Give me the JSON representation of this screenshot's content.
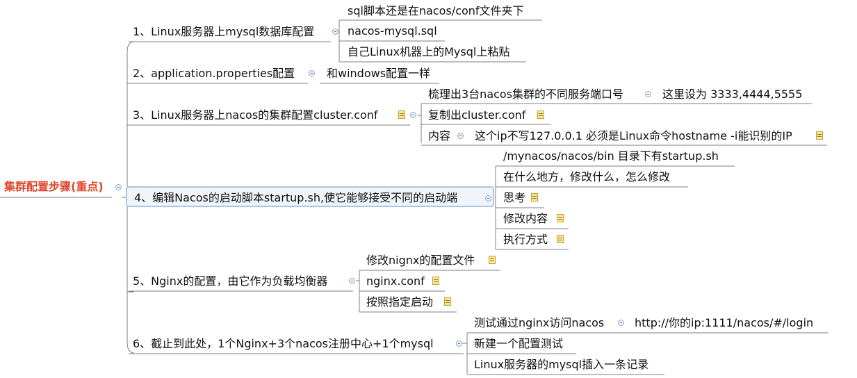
{
  "root": {
    "label": "集群配置步骤(重点)"
  },
  "branches": [
    {
      "label": "1、Linux服务器上mysql数据库配置",
      "children": [
        "sql脚本还是在nacos/conf文件夹下",
        "nacos-mysql.sql",
        "自己Linux机器上的Mysql上粘贴"
      ]
    },
    {
      "label": "2、application.properties配置",
      "children": [
        "和windows配置一样"
      ]
    },
    {
      "label": "3、Linux服务器上nacos的集群配置cluster.conf",
      "children": [
        {
          "label": "梳理出3台nacos集群的不同服务端口号",
          "detail": "这里设为 3333,4444,5555"
        },
        {
          "label": "复制出cluster.conf"
        },
        {
          "label": "内容",
          "detail": "这个ip不写127.0.0.1 必须是Linux命令hostname -i能识别的IP"
        }
      ]
    },
    {
      "label": "4、编辑Nacos的启动脚本startup.sh,使它能够接受不同的启动端",
      "children": [
        "/mynacos/nacos/bin 目录下有startup.sh",
        "在什么地方，修改什么，怎么修改",
        "思考",
        "修改内容",
        "执行方式"
      ]
    },
    {
      "label": "5、Nginx的配置，由它作为负载均衡器",
      "children": [
        "修改nignx的配置文件",
        "nginx.conf",
        "按照指定启动"
      ]
    },
    {
      "label": "6、截止到此处，1个Nginx+3个nacos注册中心+1个mysql",
      "children": [
        {
          "label": "测试通过nginx访问nacos",
          "detail": "http://你的ip:1111/nacos/#/login"
        },
        {
          "label": "新建一个配置测试"
        },
        {
          "label": "Linux服务器的mysql插入一条记录"
        }
      ]
    }
  ],
  "colors": {
    "root_text": "#e0452b",
    "line": "#7f7f7f",
    "selection_border": "#a9c6e2",
    "note_icon": "#f6e79a"
  },
  "icons": {
    "expander": "collapse-minus-icon",
    "note": "note-icon"
  }
}
